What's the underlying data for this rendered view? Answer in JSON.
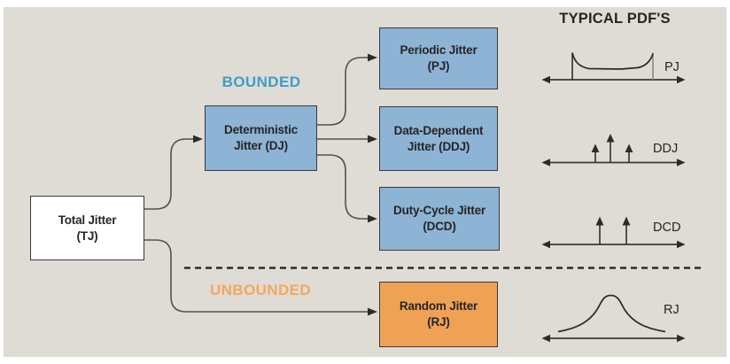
{
  "header": {
    "typical_pdfs_label": "TYPICAL PDF'S"
  },
  "regions": {
    "bounded_label": "BOUNDED",
    "unbounded_label": "UNBOUNDED"
  },
  "nodes": {
    "total_jitter": {
      "line1": "Total Jitter",
      "line2": "(TJ)"
    },
    "deterministic_jitter": {
      "line1": "Deterministic",
      "line2": "Jitter (DJ)"
    },
    "periodic_jitter": {
      "line1": "Periodic Jitter",
      "line2": "(PJ)"
    },
    "data_dependent_jitter": {
      "line1": "Data-Dependent",
      "line2": "Jitter (DDJ)"
    },
    "duty_cycle_jitter": {
      "line1": "Duty-Cycle Jitter",
      "line2": "(DCD)"
    },
    "random_jitter": {
      "line1": "Random Jitter",
      "line2": "(RJ)"
    }
  },
  "edges": [
    {
      "from": "total_jitter",
      "to": "deterministic_jitter"
    },
    {
      "from": "total_jitter",
      "to": "random_jitter"
    },
    {
      "from": "deterministic_jitter",
      "to": "periodic_jitter"
    },
    {
      "from": "deterministic_jitter",
      "to": "data_dependent_jitter"
    },
    {
      "from": "deterministic_jitter",
      "to": "duty_cycle_jitter"
    }
  ],
  "pdf_labels": {
    "pj": "PJ",
    "ddj": "DDJ",
    "dcd": "DCD",
    "rj": "RJ"
  },
  "colors": {
    "panel_background": "#dfdbd5",
    "bounded_box_fill": "#8db3d5",
    "unbounded_box_fill": "#efa254",
    "bounded_text": "#3f9dc7",
    "unbounded_text": "#f2a85e",
    "dark_text": "#282425",
    "connector_line": "#56514c"
  }
}
